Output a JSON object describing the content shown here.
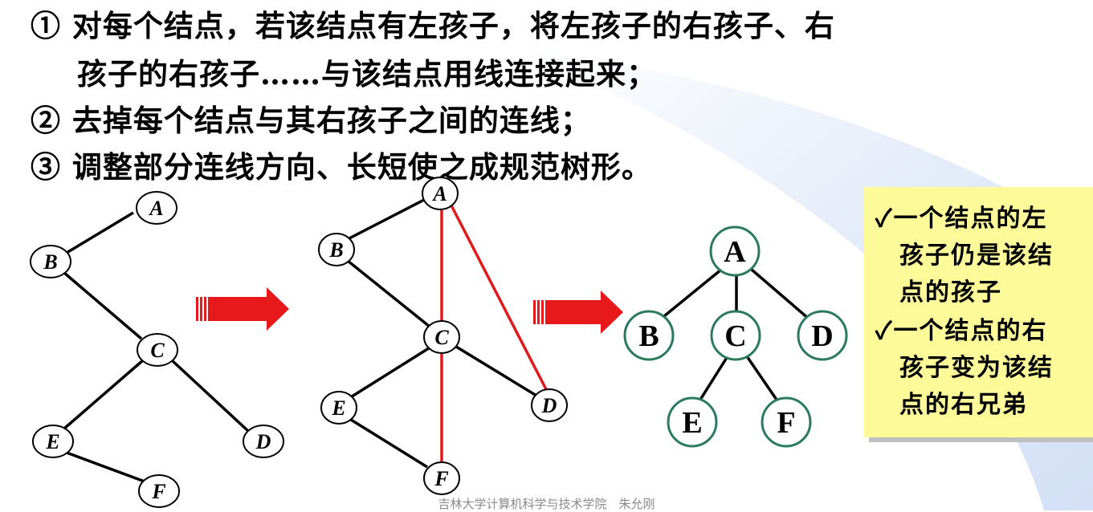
{
  "steps": [
    "① 对每个结点，若该结点有左孩子，将左孩子的右孩子、右",
    "孩子的右孩子……与该结点用线连接起来；",
    "② 去掉每个结点与其右孩子之间的连线；",
    "③ 调整部分连线方向、长短使之成规范树形。"
  ],
  "tree1": {
    "nodes": [
      "A",
      "B",
      "C",
      "D",
      "E",
      "F"
    ]
  },
  "tree2": {
    "nodes": [
      "A",
      "B",
      "C",
      "D",
      "E",
      "F"
    ]
  },
  "tree3": {
    "nodes": [
      "A",
      "B",
      "C",
      "D",
      "E",
      "F"
    ]
  },
  "note": {
    "lines": [
      "✓一个结点的左",
      "孩子仍是该结",
      "点的孩子",
      "✓一个结点的右",
      "孩子变为该结",
      "点的右兄弟"
    ]
  },
  "footer": "吉林大学计算机科学与技术学院　朱允刚",
  "colors": {
    "edge": "#000000",
    "added_edge": "#e0191b",
    "arrow": "#e8191b",
    "tree3_node_border": "#2a7a5c",
    "note_bg": "#fdfa99",
    "bg_swoosh": "#c9d9f2"
  }
}
